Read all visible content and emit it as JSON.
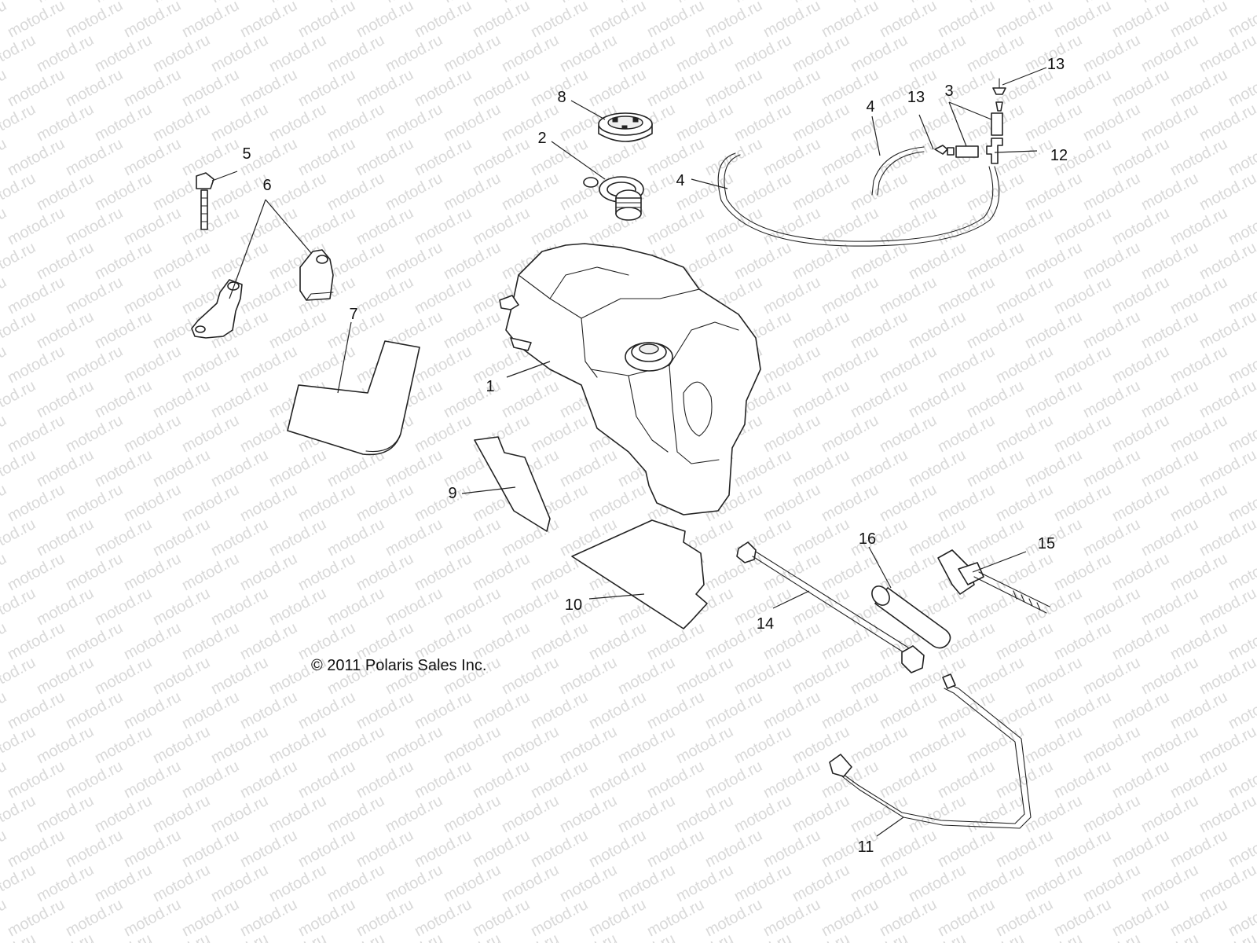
{
  "watermark": "motod.ru",
  "copyright": "© 2011 Polaris Sales Inc.",
  "callouts": [
    {
      "id": "1",
      "label": "1"
    },
    {
      "id": "2",
      "label": "2"
    },
    {
      "id": "3",
      "label": "3"
    },
    {
      "id": "4a",
      "label": "4"
    },
    {
      "id": "4b",
      "label": "4"
    },
    {
      "id": "5",
      "label": "5"
    },
    {
      "id": "6",
      "label": "6"
    },
    {
      "id": "7",
      "label": "7"
    },
    {
      "id": "8",
      "label": "8"
    },
    {
      "id": "9",
      "label": "9"
    },
    {
      "id": "10",
      "label": "10"
    },
    {
      "id": "11",
      "label": "11"
    },
    {
      "id": "12",
      "label": "12"
    },
    {
      "id": "13a",
      "label": "13"
    },
    {
      "id": "13b",
      "label": "13"
    },
    {
      "id": "14",
      "label": "14"
    },
    {
      "id": "15",
      "label": "15"
    },
    {
      "id": "16",
      "label": "16"
    }
  ]
}
